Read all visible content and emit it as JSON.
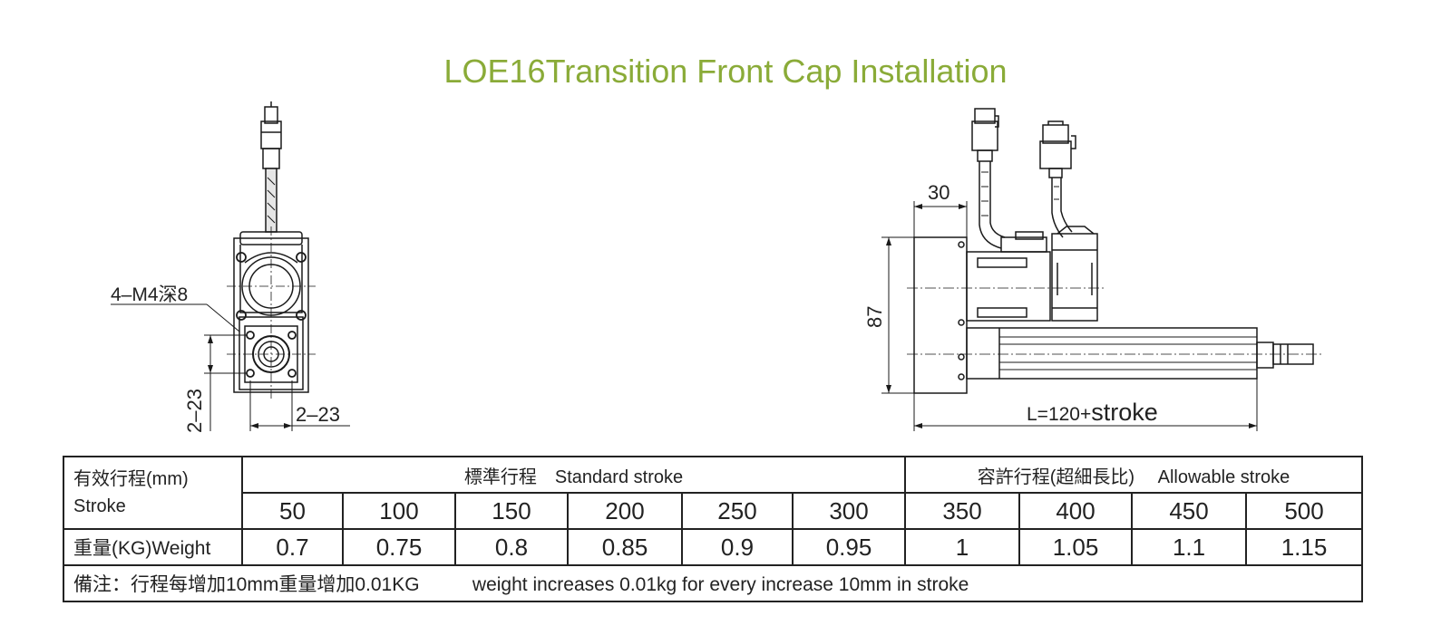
{
  "title": "LOE16Transition Front Cap Installation",
  "colors": {
    "title": "#8aab38",
    "line": "#1a1a1a"
  },
  "front_view": {
    "hole_label": "4–M4深8",
    "dim_vertical": "2–23",
    "dim_horizontal": "2–23"
  },
  "side_view": {
    "dim_top": "30",
    "dim_height": "87",
    "dim_length_prefix": "L=120+",
    "dim_length_suffix": "stroke"
  },
  "table": {
    "stroke_label_cn": "有效行程(mm)",
    "stroke_label_en": "Stroke",
    "standard_group": "標準行程　Standard stroke",
    "allowable_group": "容許行程(超細長比)　 Allowable stroke",
    "weight_label": "重量(KG)Weight",
    "strokes": [
      "50",
      "100",
      "150",
      "200",
      "250",
      "300",
      "350",
      "400",
      "450",
      "500"
    ],
    "weights": [
      "0.7",
      "0.75",
      "0.8",
      "0.85",
      "0.9",
      "0.95",
      "1",
      "1.05",
      "1.1",
      "1.15"
    ],
    "note": "備注：行程每增加10mm重量增加0.01KG          weight increases 0.01kg for every increase 10mm in stroke"
  }
}
